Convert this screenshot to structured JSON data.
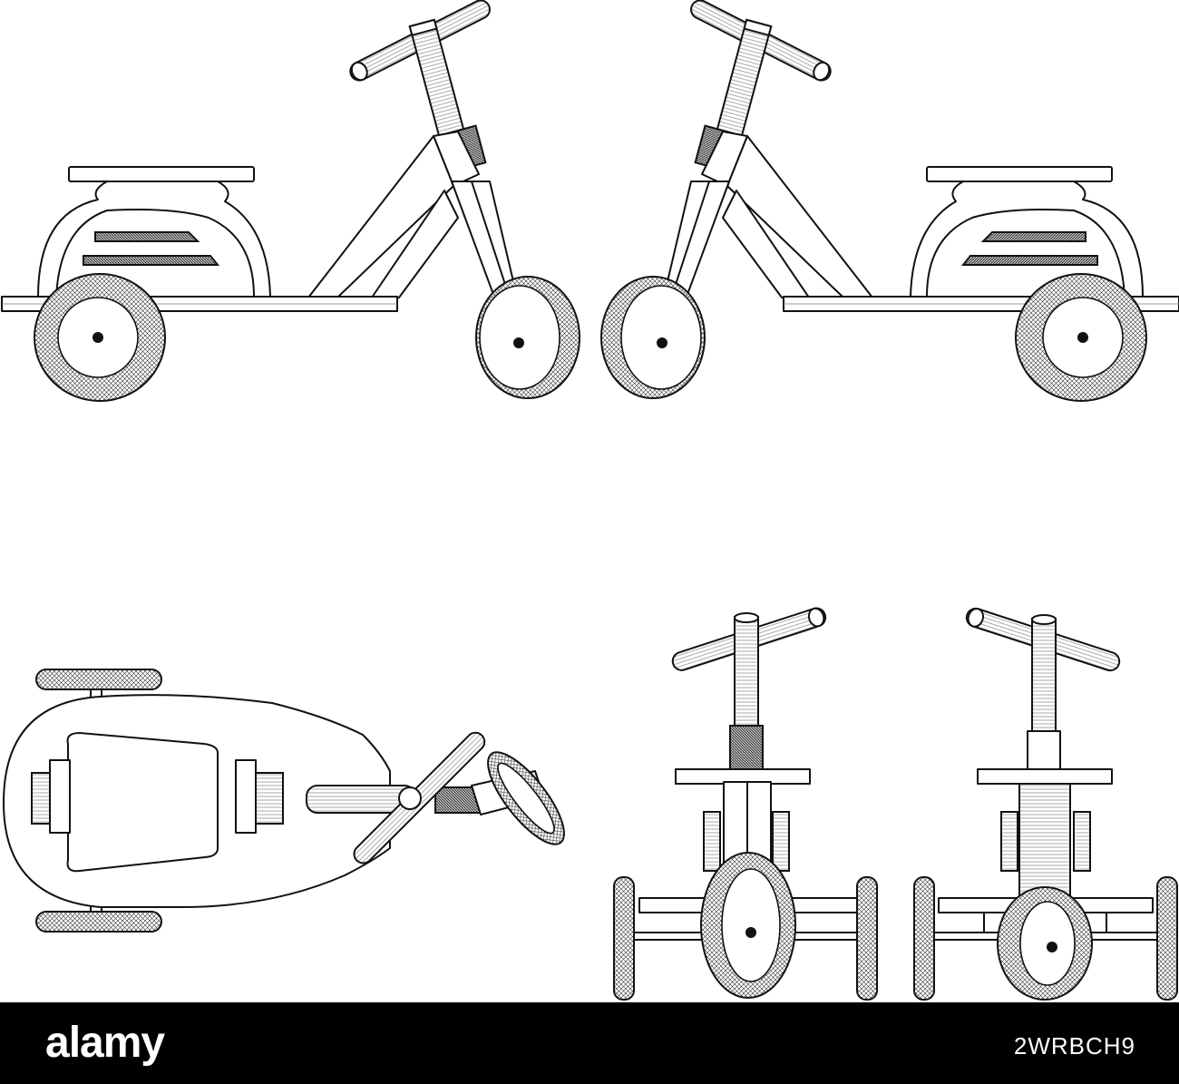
{
  "banner": {
    "logo_text": "alamy",
    "image_id": "2WRBCH9",
    "background": "#000000",
    "text_color": "#ffffff"
  },
  "drawing": {
    "line_color": "#111111",
    "background": "#ffffff",
    "views": [
      "side-view-left",
      "side-view-right",
      "top-view",
      "front-view",
      "rear-view"
    ]
  }
}
